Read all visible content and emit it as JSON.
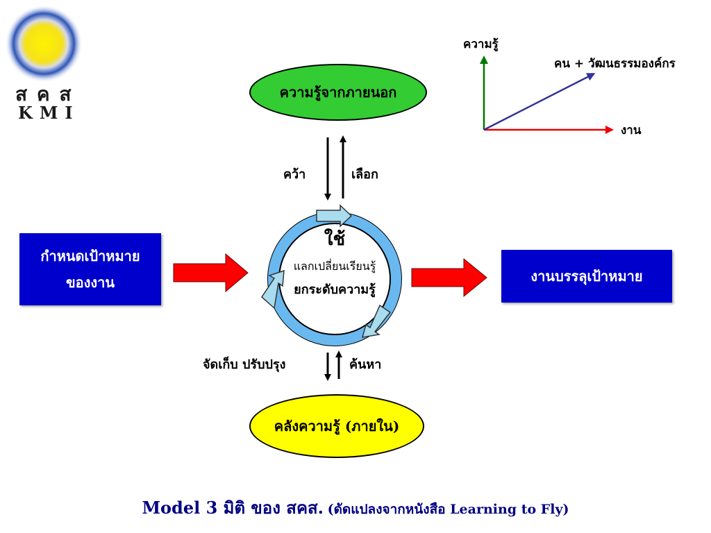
{
  "logo": {
    "text_thai": "ส ค ส",
    "text_latin": "KMI",
    "sun_color": "#f5e21a",
    "ring_color": "#1a3fa8"
  },
  "diagram": {
    "external_knowledge": "ความรู้จากภายนอก",
    "internal_knowledge": "คลังความรู้ (ภายใน)",
    "goal_box": [
      "กำหนดเป้าหมาย",
      "ของงาน"
    ],
    "achieve_box": "งานบรรลุเป้าหมาย",
    "cycle": {
      "title": "ใช้",
      "line1": "แลกเปลี่ยนเรียนรู้",
      "line2": "ยกระดับความรู้"
    },
    "grab_label": "คว้า",
    "select_label": "เลือก",
    "store_label": "จัดเก็บ  ปรับปรุง",
    "search_label": "ค้นหา"
  },
  "axes": {
    "y_label": "ความรู้",
    "x_label": "งาน",
    "diagonal_label": "คน + วัฒนธรรมองค์กร"
  },
  "footer": {
    "main": "Model 3 มิติ ของ สคส.",
    "sub": "(ดัดแปลงจากหนังสือ Learning to Fly)"
  },
  "colors": {
    "box_blue": "#0000cc",
    "green": "#33cc33",
    "yellow": "#ffff00",
    "red_arrow": "#ff0000",
    "ring": "#6ab8f0",
    "y_axis": "#007700",
    "x_axis": "#ee0000",
    "diagonal": "#333399",
    "footer": "#000080"
  }
}
